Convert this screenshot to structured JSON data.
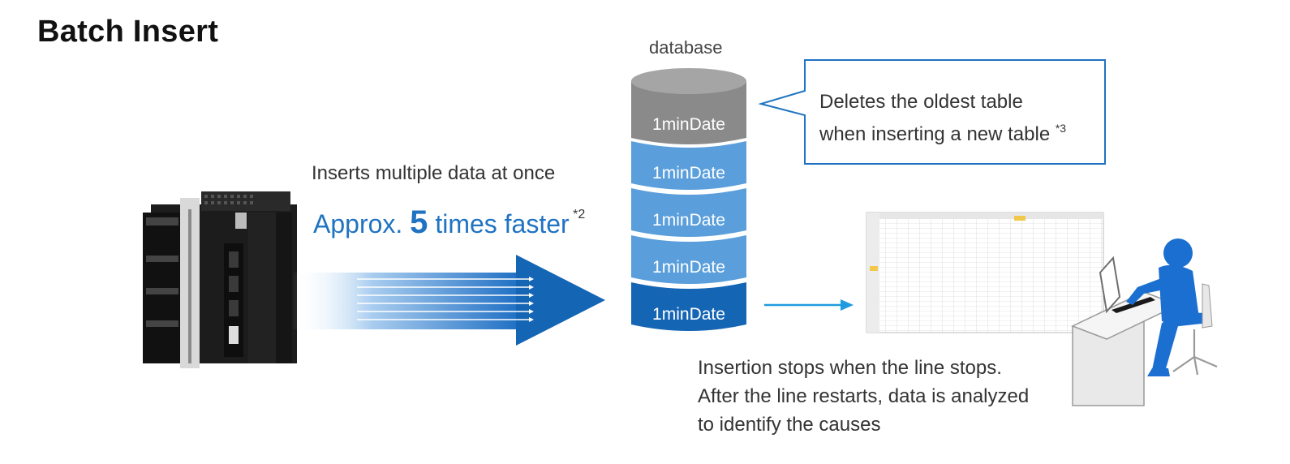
{
  "title": "Batch Insert",
  "database": {
    "label": "database",
    "segments": [
      {
        "label": "1minDate",
        "color": "#8a8a8a"
      },
      {
        "label": "1minDate",
        "color": "#5a9fdc"
      },
      {
        "label": "1minDate",
        "color": "#5a9fdc"
      },
      {
        "label": "1minDate",
        "color": "#5a9fdc"
      },
      {
        "label": "1minDate",
        "color": "#1565b5"
      }
    ]
  },
  "insert": {
    "line1": "Inserts multiple data at once",
    "speed_prefix": "Approx. ",
    "speed_number": "5",
    "speed_suffix": " times faster",
    "speed_footnote": "*2"
  },
  "callout": {
    "line1": "Deletes the oldest table",
    "line2": "when inserting a new table",
    "footnote": "*3"
  },
  "analysis": {
    "line1": "Insertion stops when the line stops.",
    "line2": "After the line restarts, data is analyzed",
    "line3": "to identify the causes"
  },
  "colors": {
    "accent_blue": "#1f73c2",
    "dark_blue": "#1565b5",
    "light_blue": "#5a9fdc",
    "gray": "#8a8a8a",
    "person_blue": "#1a6fd0"
  },
  "icons": [
    "plc-controller-icon",
    "spreadsheet-icon",
    "person-at-computer-icon"
  ]
}
